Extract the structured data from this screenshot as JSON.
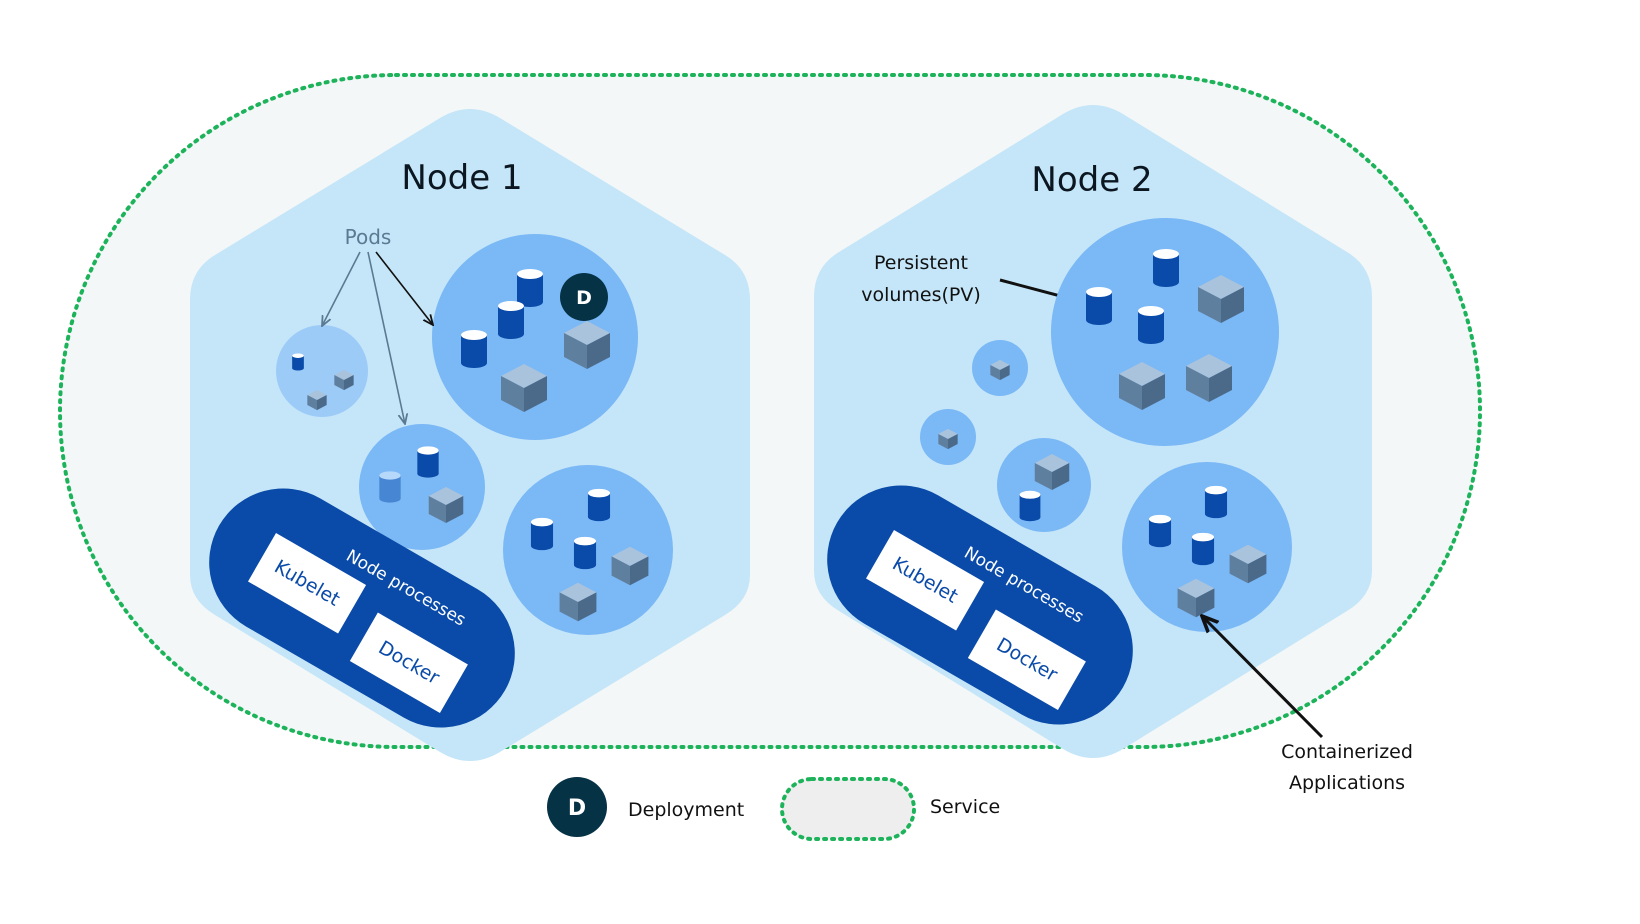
{
  "nodes": [
    {
      "title": "Node 1",
      "processes_label": "Node processes",
      "kubelet_label": "Kubelet",
      "docker_label": "Docker"
    },
    {
      "title": "Node 2",
      "processes_label": "Node processes",
      "kubelet_label": "Kubelet",
      "docker_label": "Docker"
    }
  ],
  "annotations": {
    "pods": "Pods",
    "pv_line1": "Persistent",
    "pv_line2": "volumes(PV)",
    "apps_line1": "Containerized",
    "apps_line2": "Applications"
  },
  "legend": {
    "deployment_letter": "D",
    "deployment_label": "Deployment",
    "service_label": "Service"
  },
  "colors": {
    "service_border": "#1db35a",
    "service_fill": "#f3f7f8",
    "node_fill": "#c5e6f8",
    "pod_fill": "#7bb8f6",
    "process_fill": "#0a4aa8",
    "volume": "#0a4aa8",
    "deployment": "#063246"
  }
}
